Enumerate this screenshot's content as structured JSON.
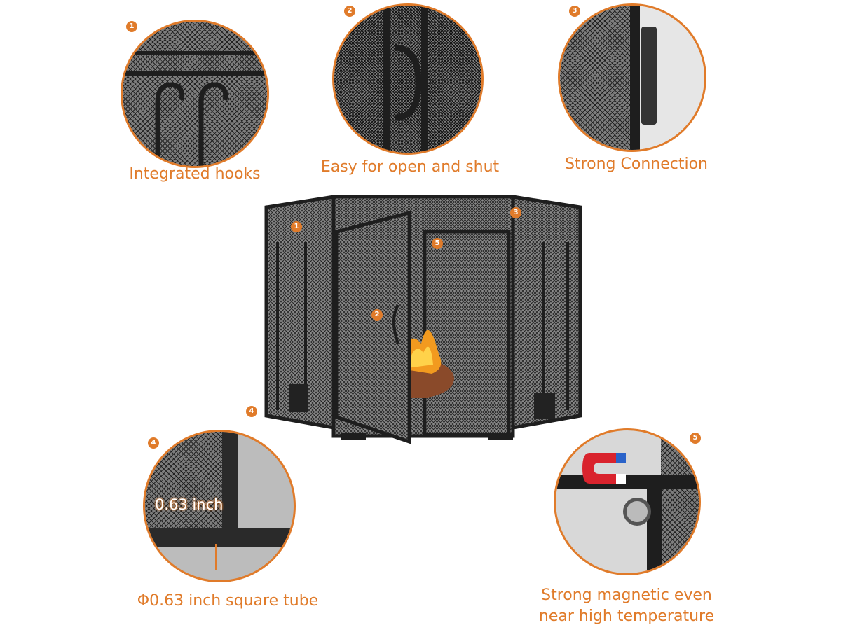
{
  "features": [
    {
      "number": "1",
      "caption": "Integrated hooks"
    },
    {
      "number": "2",
      "caption": "Easy for open and shut"
    },
    {
      "number": "3",
      "caption": "Strong Connection"
    },
    {
      "number": "4",
      "caption": "Φ0.63 inch square tube",
      "dimension_label": "0.63 inch"
    },
    {
      "number": "5",
      "caption_line1": "Strong magnetic even",
      "caption_line2": "near high temperature"
    }
  ],
  "colors": {
    "accent": "#e07b2a",
    "frame": "#1e1e1e",
    "mesh": "#7d7d7d",
    "magnet_red": "#d9232d",
    "magnet_blue": "#2a63c9"
  },
  "product_markers": [
    "1",
    "2",
    "3",
    "4",
    "5"
  ]
}
